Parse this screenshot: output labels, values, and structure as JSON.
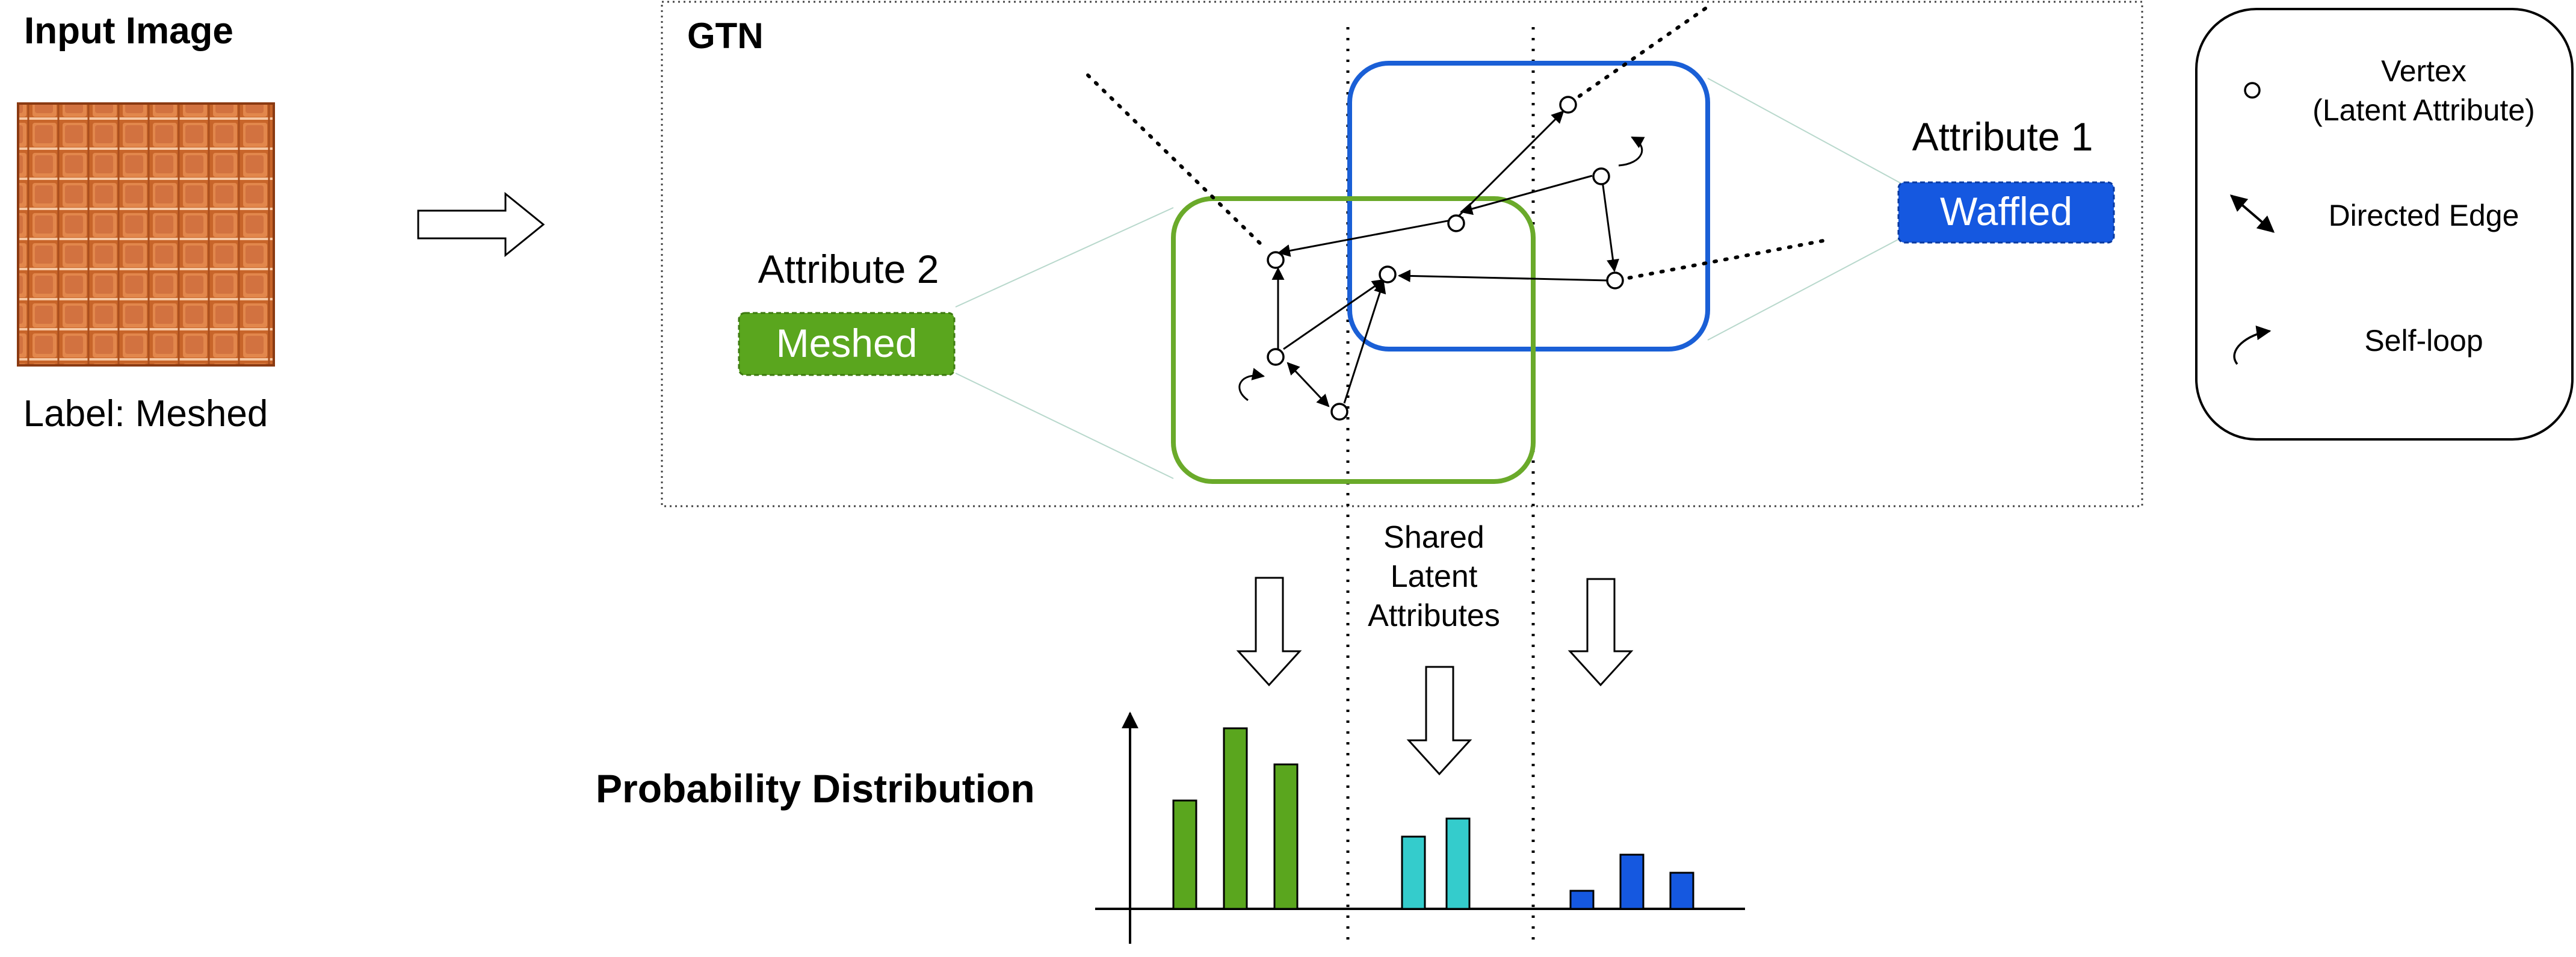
{
  "input": {
    "title": "Input Image",
    "label": "Label: Meshed",
    "texture_color": "#c8652a"
  },
  "gtn": {
    "title": "GTN"
  },
  "attributes": {
    "attr1": {
      "heading": "Attribute 1",
      "value": "Waffled",
      "color": "#1558e0",
      "box_color": "#1a5fd6"
    },
    "attr2": {
      "heading": "Attribute 2",
      "value": "Meshed",
      "color": "#5aa61e",
      "box_color": "#6aaa2a"
    }
  },
  "legend": {
    "vertex": [
      "Vertex",
      "(Latent Attribute)"
    ],
    "edge": "Directed Edge",
    "self_loop": "Self-loop"
  },
  "shared_label": [
    "Shared",
    "Latent",
    "Attributes"
  ],
  "distribution": {
    "title": "Probability Distribution",
    "groups": [
      {
        "color": "#5aa61e",
        "values": [
          0.6,
          1.0,
          0.8
        ]
      },
      {
        "color": "#34cccc",
        "values": [
          0.4,
          0.5
        ]
      },
      {
        "color": "#1558e0",
        "values": [
          0.1,
          0.3,
          0.2
        ]
      }
    ]
  }
}
